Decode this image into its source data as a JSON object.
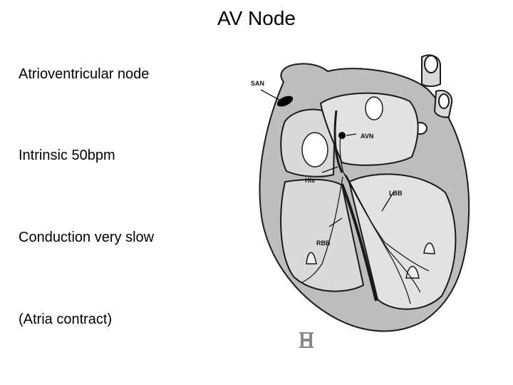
{
  "slide": {
    "title": "AV Node",
    "bullets": [
      "Atrioventricular node",
      "Intrinsic 50bpm",
      "Conduction very slow",
      "(Atria contract)"
    ]
  },
  "figure": {
    "labels": {
      "san": "SAN",
      "avn": "AVN",
      "his": "His",
      "lbb": "LBB",
      "rbb": "RBB"
    },
    "colors": {
      "outline": "#1a1a1a",
      "wall": "#bdbdbd",
      "chamber": "#d9d9d9",
      "highlight": "#efefef",
      "node": "#000000"
    }
  }
}
